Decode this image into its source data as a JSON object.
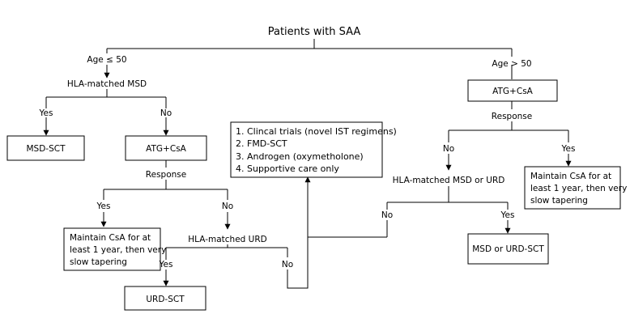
{
  "title": "Patients with SAA",
  "age_young": "Age ≤ 50",
  "age_old": "Age > 50",
  "hla_msd": "HLA-matched MSD",
  "yes": "Yes",
  "no": "No",
  "msd_sct": "MSD-SCT",
  "atg_csa": "ATG+CsA",
  "response": "Response",
  "maintain_lines": [
    "Maintain CsA for at",
    "least 1 year, then very",
    "slow tapering"
  ],
  "hla_urd": "HLA-matched URD",
  "urd_sct": "URD-SCT",
  "options": [
    "1. Clincal trials (novel IST regimens)",
    "2. FMD-SCT",
    "3. Androgen (oxymetholone)",
    "4. Supportive care only"
  ],
  "hla_msd_or_urd": "HLA-matched MSD or URD",
  "msd_or_urd_sct": "MSD or URD-SCT"
}
